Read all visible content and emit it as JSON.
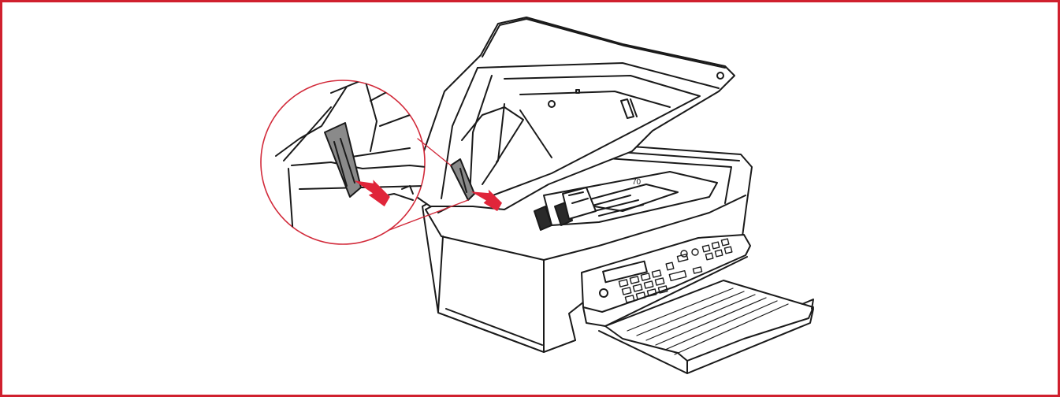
{
  "figure": {
    "border_color": "#d0202e",
    "arrow_color": "#e0253a",
    "callout_circle_color": "#d22a3a",
    "line_color": "#1a1a1a",
    "latch_fill": "#8a8a8a",
    "cartridge_fill": "#2a2a2a",
    "icons": [
      "printer-illustration",
      "magnified-latch-callout",
      "insert-arrow-icon",
      "control-panel",
      "keypad",
      "paper-output-tray"
    ],
    "carriage_label": "70"
  }
}
